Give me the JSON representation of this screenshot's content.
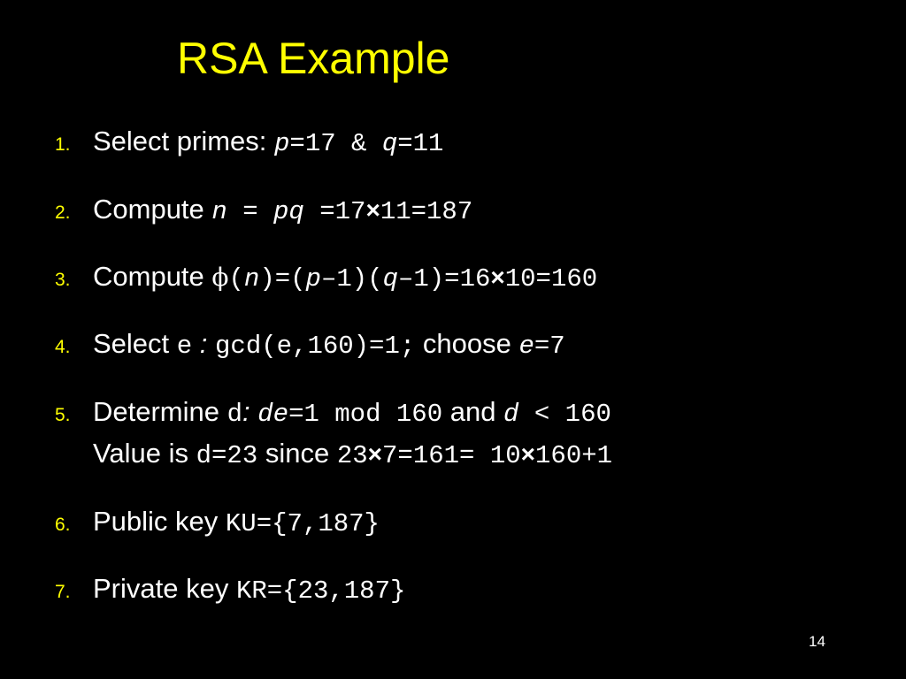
{
  "title": "RSA Example",
  "page_number": "14",
  "items": [
    {
      "number": "1.",
      "parts": {
        "t1": "Select primes: ",
        "p": "p",
        "eq17": "=17 & ",
        "q": "q",
        "eq11": "=11"
      }
    },
    {
      "number": "2.",
      "parts": {
        "t1": "Compute ",
        "expr1": "n = pq",
        "eq17": " =17",
        "times": "×",
        "rest": "11=187"
      }
    },
    {
      "number": "3.",
      "parts": {
        "t1": "Compute ",
        "phi": "ϕ",
        "open": "(",
        "n": "n",
        "mid1": ")=(",
        "p": "p",
        "mid2": "–1)(",
        "q": "q",
        "mid3": "–1)=16",
        "times": "×",
        "rest": "10=160"
      }
    },
    {
      "number": "4.",
      "parts": {
        "t1": "Select ",
        "e": "e",
        "colon": " : ",
        "gcd": "gcd(e,160)=1;",
        "t2": " choose ",
        "e2": "e",
        "eq7": "=7"
      }
    },
    {
      "number": "5.",
      "parts": {
        "t1": "Determine ",
        "d": "d",
        "colon": ": ",
        "de": "de",
        "mod": "=1 mod 160",
        "and": " and ",
        "d2": "d",
        "lt": " < 160"
      },
      "line2": {
        "t1": "Value is ",
        "d23": "d=23",
        "since": " since ",
        "m1": "23",
        "times1": "×",
        "m2": "7=161= 10",
        "times2": "×",
        "m3": "160+1"
      }
    },
    {
      "number": "6.",
      "parts": {
        "t1": "Public key ",
        "ku": "KU={7,187}"
      }
    },
    {
      "number": "7.",
      "parts": {
        "t1": "Private key ",
        "kr": "KR={23,187}"
      }
    }
  ]
}
